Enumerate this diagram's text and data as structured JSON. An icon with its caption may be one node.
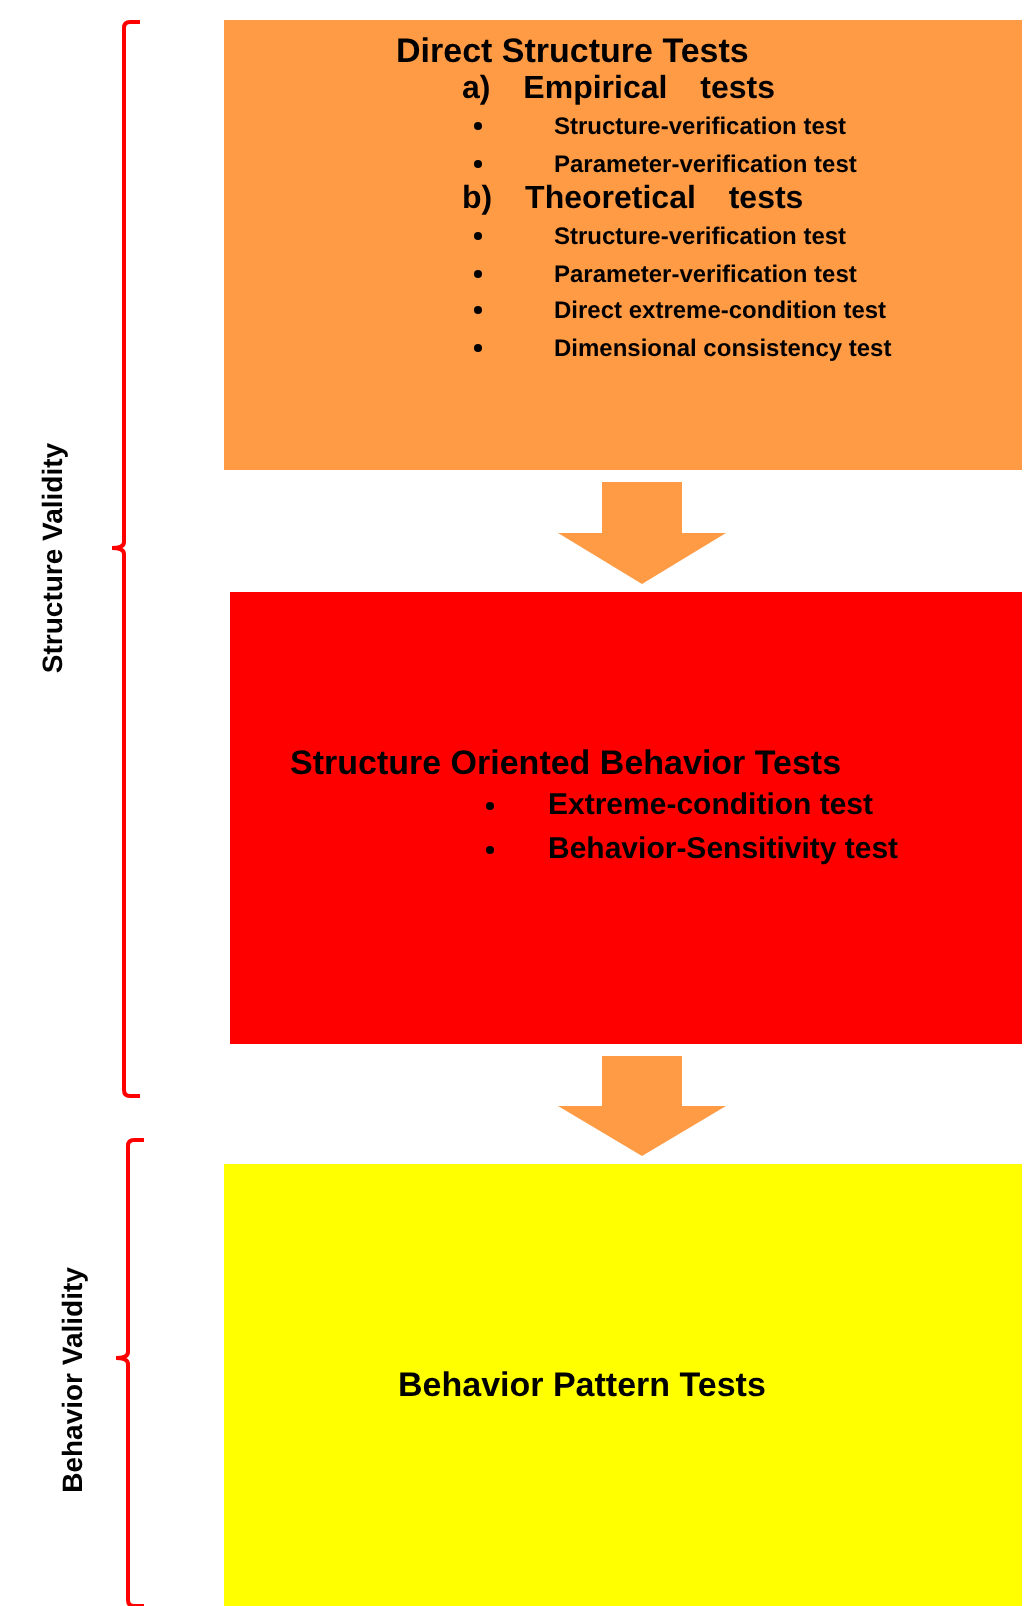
{
  "diagram": {
    "nodes": [
      {
        "text": [
          "Direct Structure Tests",
          "a) Empirical tests",
          "Structure-verification test",
          "Parameter-verification test",
          "b) Theoretical tests",
          "Structure-verification test",
          "Parameter-verification test",
          "Direct extreme-condition test",
          "Dimensional consistency test"
        ]
      },
      {
        "text": [
          "Structure Oriented Behavior Tests",
          "Extreme-condition test",
          "Behavior-Sensitivity test"
        ]
      },
      {
        "text": [
          "Behavior Pattern Tests"
        ]
      }
    ],
    "edges": [
      {
        "from": 0,
        "to": 1,
        "arrow": "to"
      },
      {
        "from": 1,
        "to": 2,
        "arrow": "to"
      }
    ],
    "labels": [
      "Structure Validity",
      "Behavior Validity"
    ]
  }
}
